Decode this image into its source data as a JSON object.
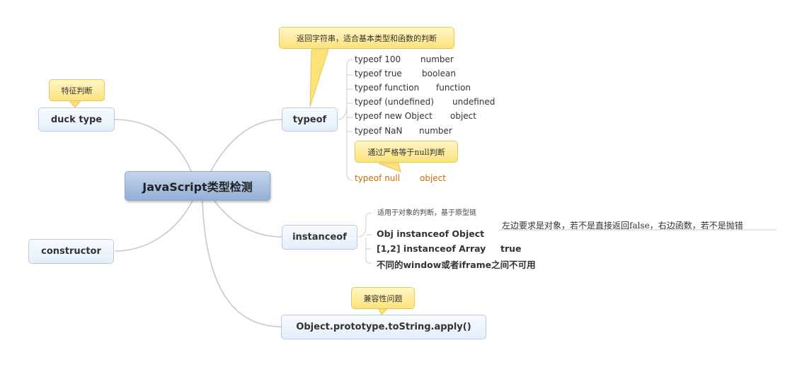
{
  "root": {
    "label": "JavaScript类型检测"
  },
  "branches": {
    "duck_type": {
      "label": "duck type",
      "callout": "特征判断"
    },
    "constructor": {
      "label": "constructor"
    },
    "typeof": {
      "label": "typeof",
      "callout": "返回字符串，适合基本类型和函数的判断",
      "items": [
        {
          "expr": "typeof 100",
          "result": "number"
        },
        {
          "expr": "typeof true",
          "result": "boolean"
        },
        {
          "expr": "typeof function",
          "result": "function"
        },
        {
          "expr": "typeof (undefined)",
          "result": "undefined"
        },
        {
          "expr": "typeof new Object",
          "result": "object"
        },
        {
          "expr": "typeof NaN",
          "result": "number"
        }
      ],
      "null_callout": "通过严格等于null判断",
      "null_item": {
        "expr": "typeof null",
        "result": "object"
      }
    },
    "instanceof": {
      "label": "instanceof",
      "note": "适用于对象的判断，基于原型链",
      "items": [
        {
          "expr": "Obj instanceof Object",
          "result": ""
        },
        {
          "expr": "[1,2] instanceof Array",
          "result": "true"
        },
        {
          "expr": "不同的window或者iframe之间不可用",
          "result": ""
        }
      ],
      "item_note": "左边要求是对象，若不是直接返回false，右边函数，若不是抛错"
    },
    "tostring": {
      "label": "Object.prototype.toString.apply()",
      "callout": "兼容性问题"
    }
  },
  "colors": {
    "connector": "#c8c8c8",
    "highlight": "#d36c00"
  }
}
